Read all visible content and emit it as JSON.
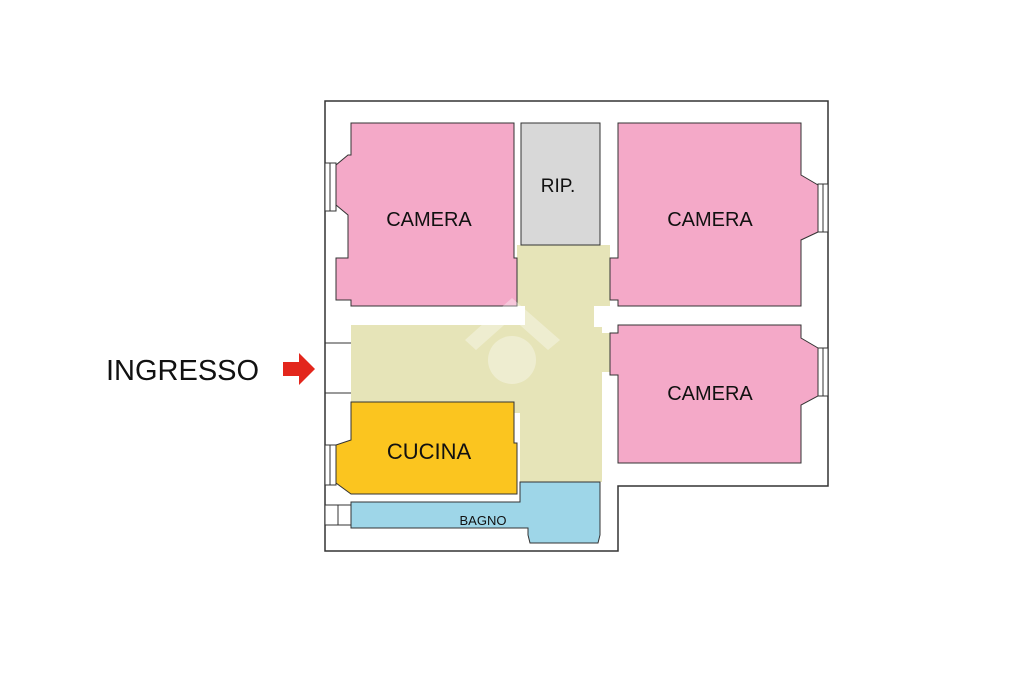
{
  "plan": {
    "entrance_label": "INGRESSO",
    "rooms": {
      "camera_top_left": "CAMERA",
      "ripostiglio": "RIP.",
      "camera_top_right": "CAMERA",
      "camera_bottom_right": "CAMERA",
      "cucina": "CUCINA",
      "bagno": "BAGNO"
    }
  },
  "colors": {
    "camera": "#f4a9c8",
    "ripostiglio": "#d8d8d8",
    "hallway": "#e6e4b8",
    "cucina": "#fbc51f",
    "bagno": "#9ed6e8",
    "arrow": "#e3261c",
    "wall": "#333333"
  }
}
